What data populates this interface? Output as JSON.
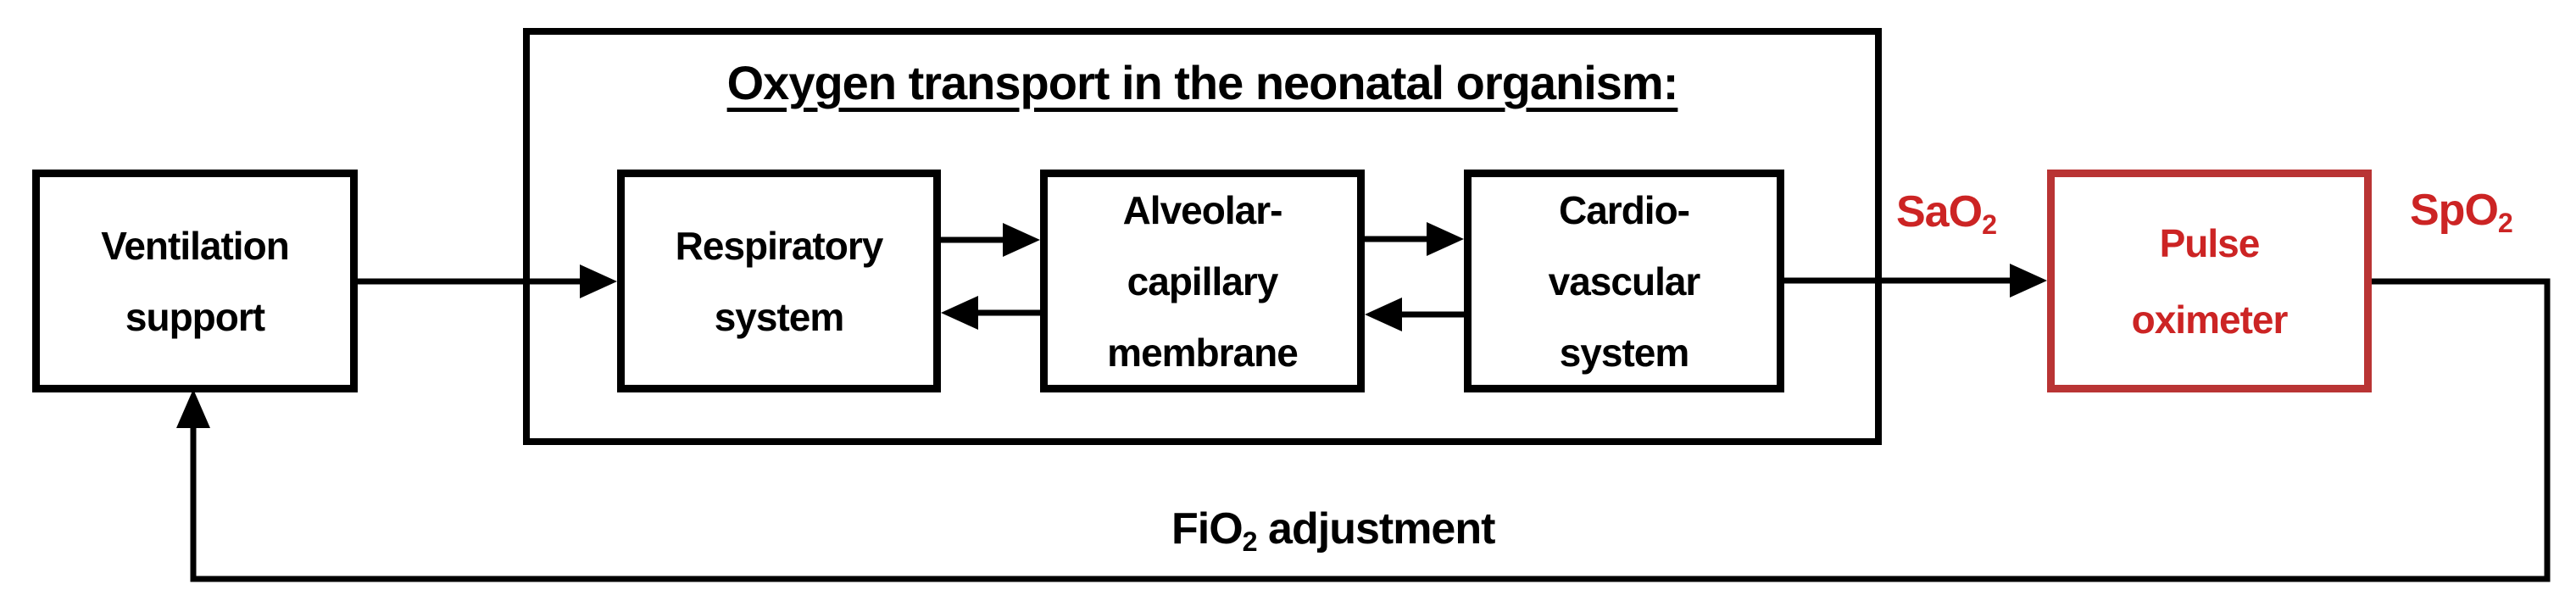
{
  "diagram": {
    "title": "Oxygen transport in the neonatal organism:",
    "boxes": {
      "ventilation": {
        "lines": [
          "Ventilation",
          "support"
        ]
      },
      "respiratory": {
        "lines": [
          "Respiratory",
          "system"
        ]
      },
      "alveolar": {
        "lines": [
          "Alveolar-",
          "capillary",
          "membrane"
        ]
      },
      "cardio": {
        "lines": [
          "Cardio-",
          "vascular",
          "system"
        ]
      },
      "pulse": {
        "lines": [
          "Pulse",
          "oximeter"
        ]
      }
    },
    "labels": {
      "sao2": {
        "text": "SaO",
        "sub": "2"
      },
      "spo2": {
        "text": "SpO",
        "sub": "2"
      },
      "fio2": {
        "text": "FiO",
        "sub": "2",
        "suffix": " adjustment"
      }
    },
    "colors": {
      "black": "#000000",
      "red_text": "#cc2424",
      "red_border": "#b93434",
      "background": "#ffffff"
    }
  }
}
